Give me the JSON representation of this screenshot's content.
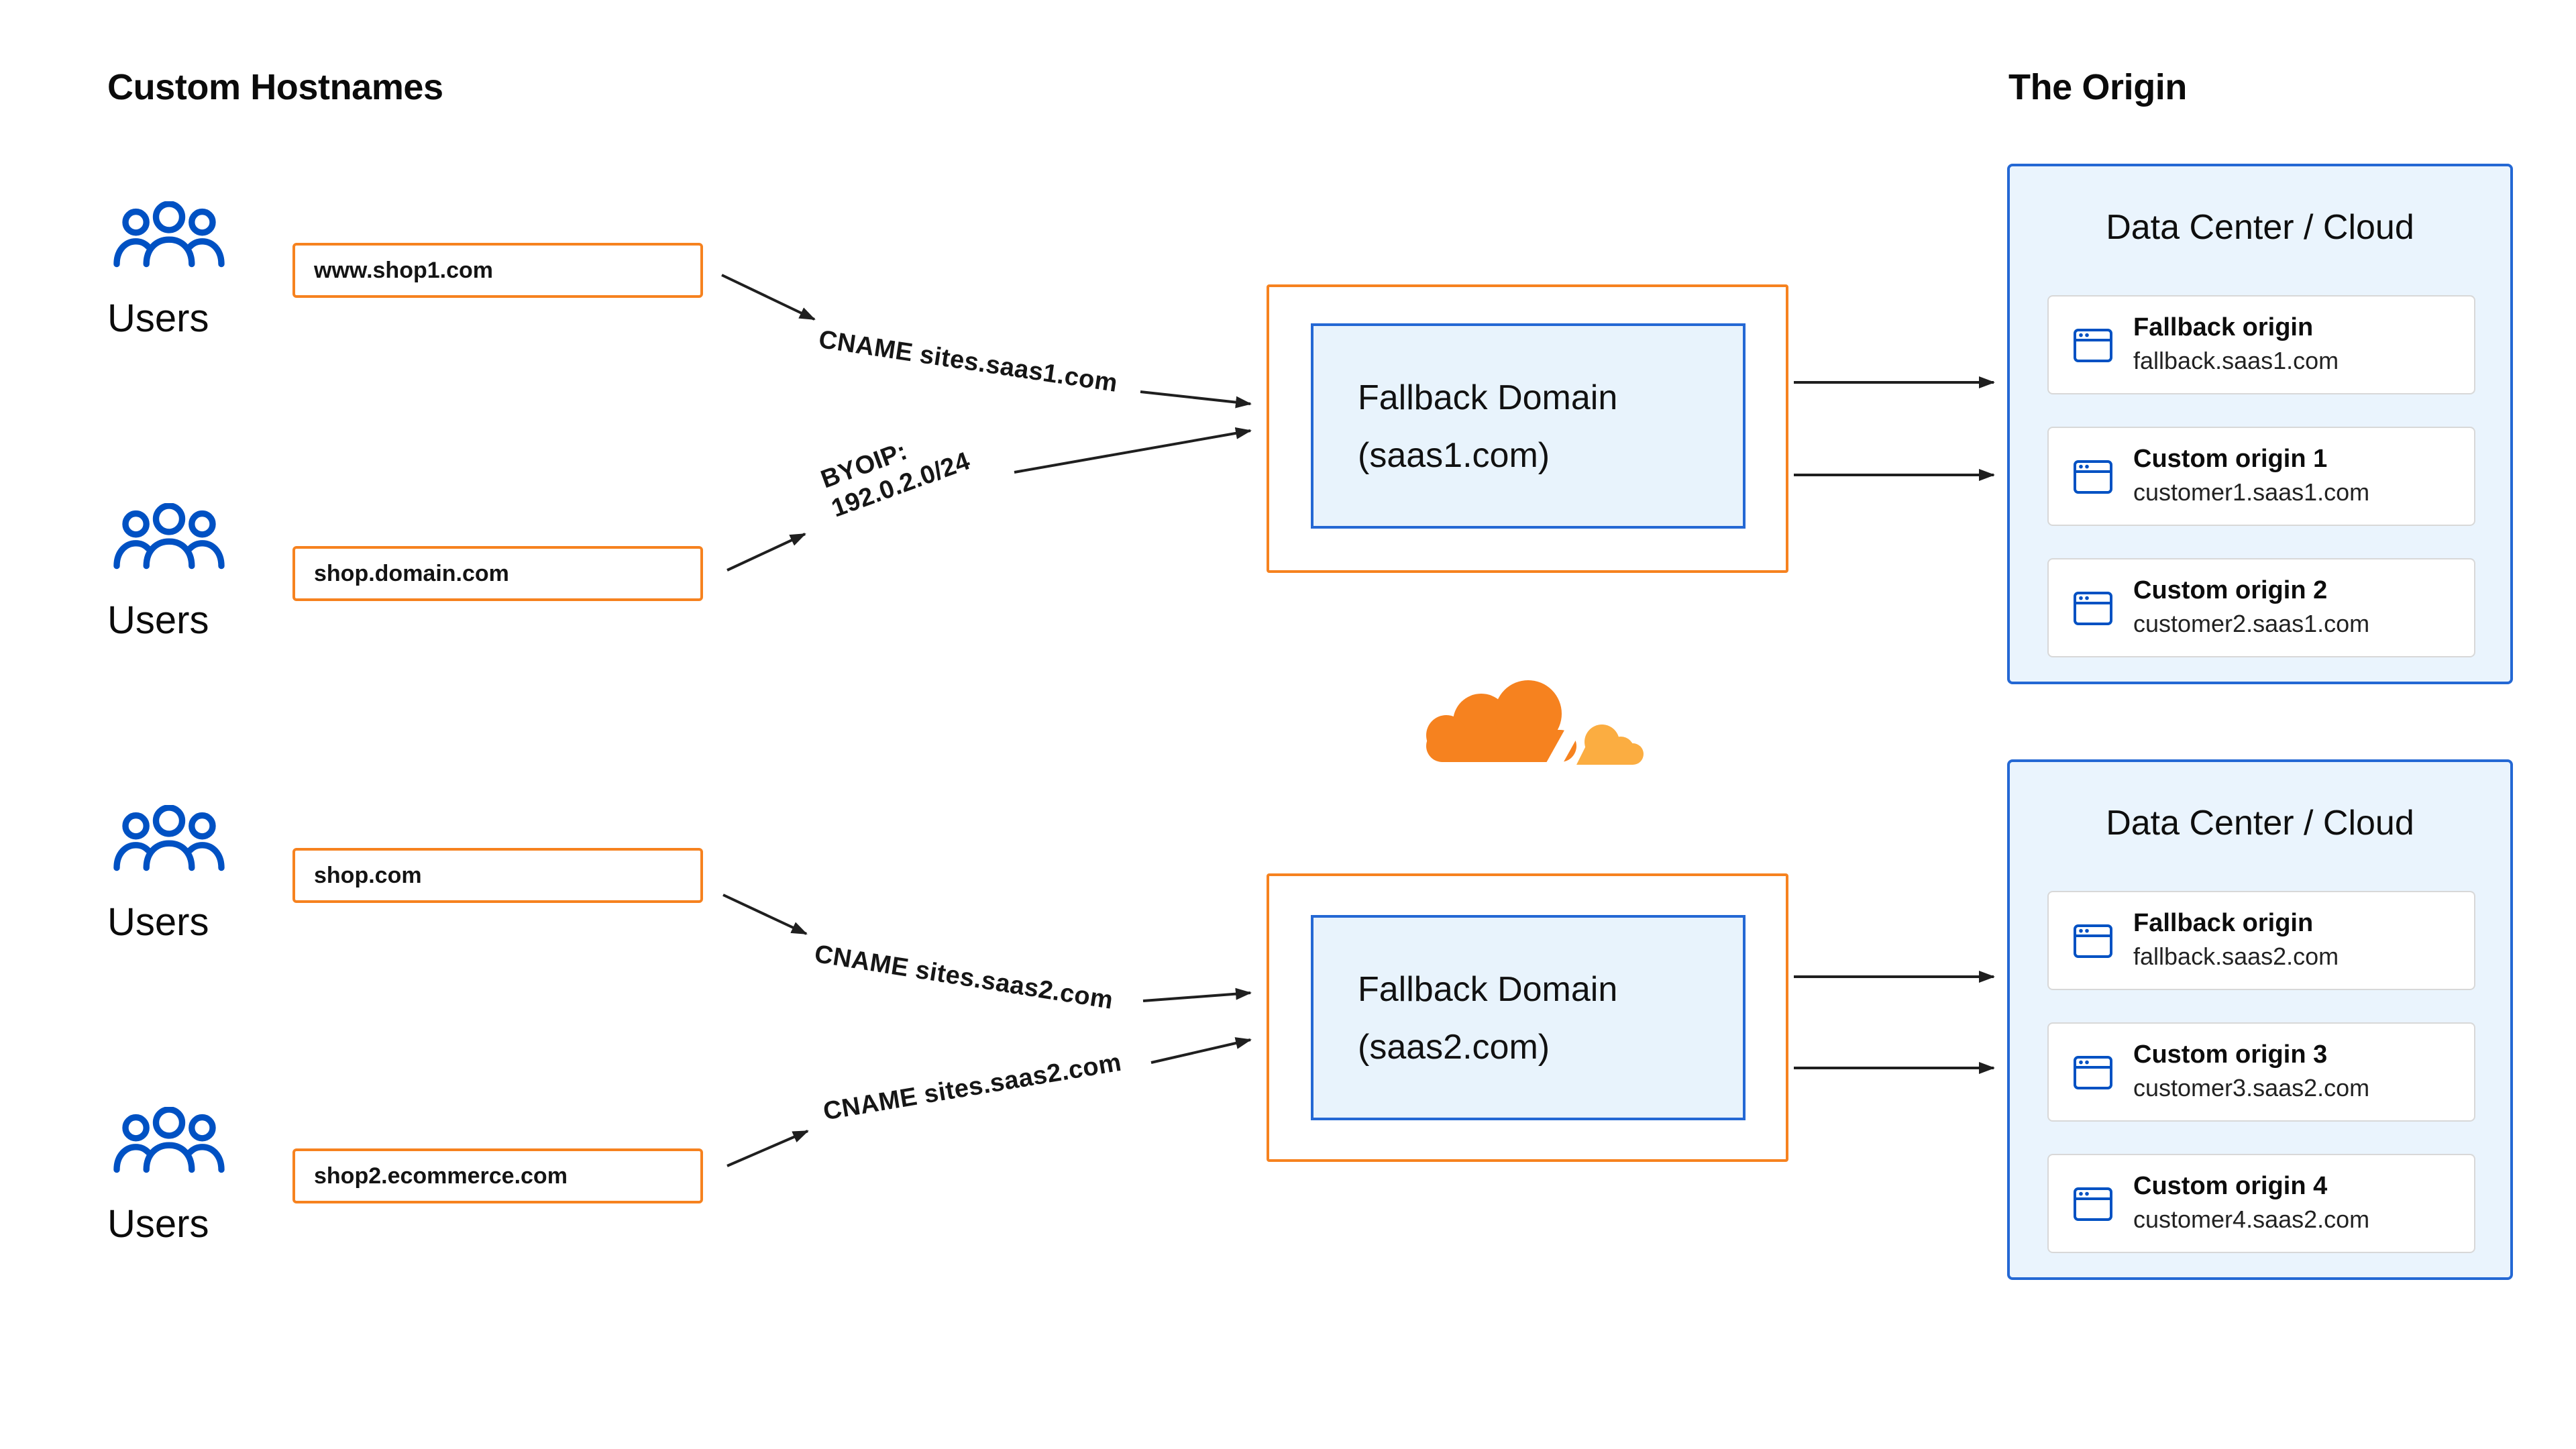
{
  "headings": {
    "left": "Custom Hostnames",
    "right": "The Origin"
  },
  "users_label": "Users",
  "hostnames": [
    {
      "label": "www.shop1.com"
    },
    {
      "label": "shop.domain.com"
    },
    {
      "label": "shop.com"
    },
    {
      "label": "shop2.ecommerce.com"
    }
  ],
  "arrow_labels": {
    "cname_saas1": "CNAME sites.saas1.com",
    "byoip_line1": "BYOIP:",
    "byoip_line2": "192.0.2.0/24",
    "cname_saas2_top": "CNAME sites.saas2.com",
    "cname_saas2_bottom": "CNAME sites.saas2.com"
  },
  "fallback_domains": [
    {
      "line1": "Fallback Domain",
      "line2": "(saas1.com)"
    },
    {
      "line1": "Fallback Domain",
      "line2": "(saas2.com)"
    }
  ],
  "data_centers": [
    {
      "title": "Data Center / Cloud",
      "origins": [
        {
          "name": "Fallback origin",
          "host": "fallback.saas1.com"
        },
        {
          "name": "Custom origin 1",
          "host": "customer1.saas1.com"
        },
        {
          "name": "Custom origin 2",
          "host": "customer2.saas1.com"
        }
      ]
    },
    {
      "title": "Data Center / Cloud",
      "origins": [
        {
          "name": "Fallback origin",
          "host": "fallback.saas2.com"
        },
        {
          "name": "Custom origin 3",
          "host": "customer3.saas2.com"
        },
        {
          "name": "Custom origin 4",
          "host": "customer4.saas2.com"
        }
      ]
    }
  ],
  "colors": {
    "orange": "#F6821F",
    "orange_light": "#FBAD41",
    "blue_border": "#2468D4",
    "blue_fill": "#E8F3FC",
    "dc_fill": "#EAF4FD",
    "icon_blue": "#0051C3"
  }
}
